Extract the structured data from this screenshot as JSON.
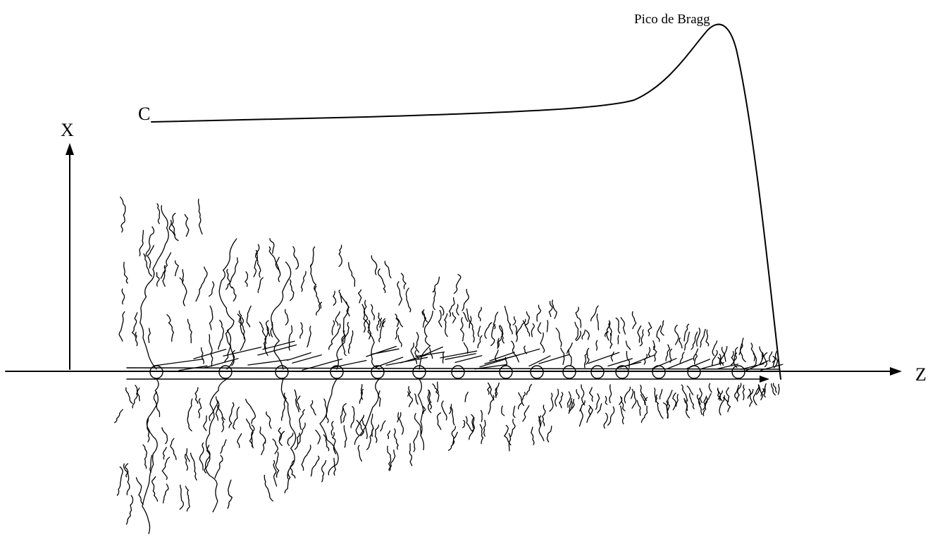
{
  "labels": {
    "peak": "Pico de Bragg",
    "curve": "C",
    "x_axis": "X",
    "z_axis": "Z"
  },
  "colors": {
    "ink": "#000000",
    "background": "#ffffff"
  }
}
